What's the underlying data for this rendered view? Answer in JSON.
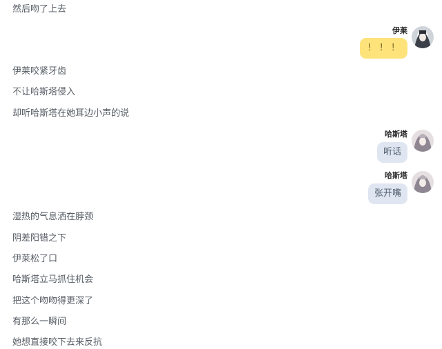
{
  "narration_top": [
    "然后吻了上去"
  ],
  "messages": [
    {
      "speaker": "伊莱",
      "text": "！！！",
      "style": "yellow",
      "avatar": "avatar-yiliai"
    },
    {
      "speaker": "哈斯塔",
      "text": "听话",
      "style": "blue",
      "avatar": "avatar-hasita"
    },
    {
      "speaker": "哈斯塔",
      "text": "张开嘴",
      "style": "blue",
      "avatar": "avatar-hasita"
    }
  ],
  "narration_mid": [
    "伊莱咬紧牙齿",
    "不让哈斯塔侵入",
    "却听哈斯塔在她耳边小声的说"
  ],
  "narration_bottom": [
    "湿热的气息洒在脖颈",
    "阴差阳错之下",
    "伊莱松了口",
    "哈斯塔立马抓住机会",
    "把这个吻吻得更深了",
    "有那么一瞬间",
    "她想直接咬下去来反抗"
  ],
  "colors": {
    "narration_text": "#555b63",
    "bubble_yellow": "#fde37a",
    "bubble_blue": "#dfe6f1",
    "speaker_name": "#2a2a2a"
  }
}
